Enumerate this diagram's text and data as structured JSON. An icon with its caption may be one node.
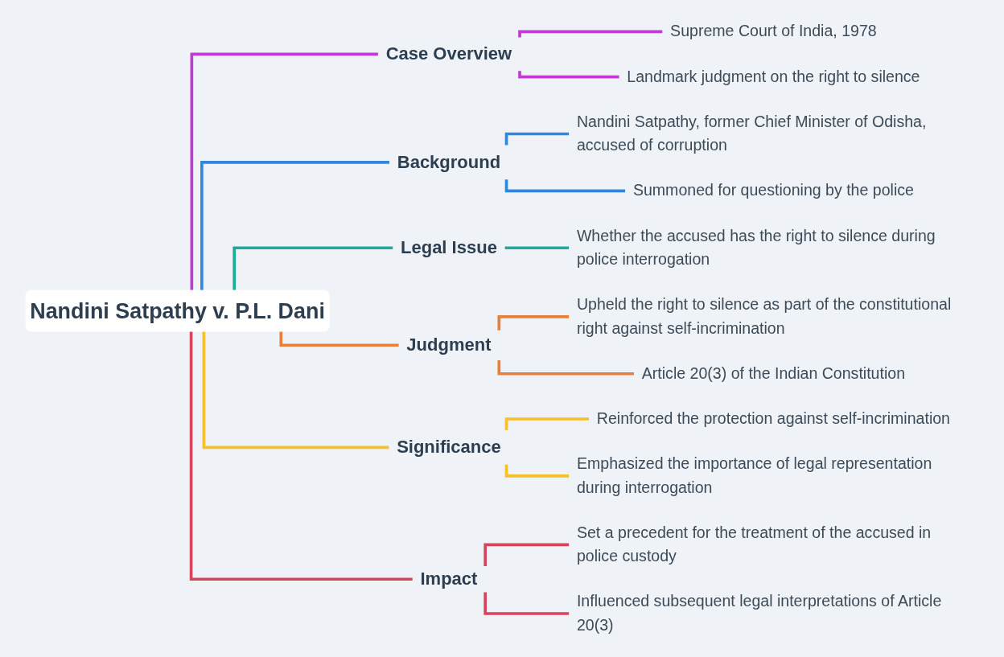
{
  "diagram": {
    "nodes": [
      {
        "text": [
          "Nandini Satpathy v. P.L. Dani"
        ]
      },
      {
        "text": [
          "Case Overview"
        ]
      },
      {
        "text": [
          "Supreme Court of India, 1978"
        ]
      },
      {
        "text": [
          "Landmark judgment on the right to silence"
        ]
      },
      {
        "text": [
          "Background"
        ]
      },
      {
        "text": [
          "Nandini Satpathy, former Chief Minister of Odisha, accused of corruption"
        ]
      },
      {
        "text": [
          "Summoned for questioning by the police"
        ]
      },
      {
        "text": [
          "Legal Issue"
        ]
      },
      {
        "text": [
          "Whether the accused has the right to silence during police interrogation"
        ]
      },
      {
        "text": [
          "Judgment"
        ]
      },
      {
        "text": [
          "Upheld the right to silence as part of the constitutional right against self-incrimination"
        ]
      },
      {
        "text": [
          "Article 20(3) of the Indian Constitution"
        ]
      },
      {
        "text": [
          "Significance"
        ]
      },
      {
        "text": [
          "Reinforced the protection against self-incrimination"
        ]
      },
      {
        "text": [
          "Emphasized the importance of legal representation during interrogation"
        ]
      },
      {
        "text": [
          "Impact"
        ]
      },
      {
        "text": [
          "Set a precedent for the treatment of the accused in police custody"
        ]
      },
      {
        "text": [
          "Influenced subsequent legal interpretations of Article 20(3)"
        ]
      }
    ],
    "edges": [
      {
        "from": 0,
        "to": 1,
        "arrow": "none",
        "color": "#c03bd6"
      },
      {
        "from": 1,
        "to": 2,
        "arrow": "none",
        "color": "#c03bd6"
      },
      {
        "from": 1,
        "to": 3,
        "arrow": "none",
        "color": "#c03bd6"
      },
      {
        "from": 0,
        "to": 4,
        "arrow": "none",
        "color": "#2f88db"
      },
      {
        "from": 4,
        "to": 5,
        "arrow": "none",
        "color": "#2f88db"
      },
      {
        "from": 4,
        "to": 6,
        "arrow": "none",
        "color": "#2f88db"
      },
      {
        "from": 0,
        "to": 7,
        "arrow": "none",
        "color": "#1aab9b"
      },
      {
        "from": 7,
        "to": 8,
        "arrow": "none",
        "color": "#1aab9b"
      },
      {
        "from": 0,
        "to": 9,
        "arrow": "none",
        "color": "#e8803a"
      },
      {
        "from": 9,
        "to": 10,
        "arrow": "none",
        "color": "#e8803a"
      },
      {
        "from": 9,
        "to": 11,
        "arrow": "none",
        "color": "#e8803a"
      },
      {
        "from": 0,
        "to": 12,
        "arrow": "none",
        "color": "#f5c02a"
      },
      {
        "from": 12,
        "to": 13,
        "arrow": "none",
        "color": "#f5c02a"
      },
      {
        "from": 12,
        "to": 14,
        "arrow": "none",
        "color": "#f5c02a"
      },
      {
        "from": 0,
        "to": 15,
        "arrow": "none",
        "color": "#d6455a"
      },
      {
        "from": 15,
        "to": 16,
        "arrow": "none",
        "color": "#d6455a"
      },
      {
        "from": 15,
        "to": 17,
        "arrow": "none",
        "color": "#d6455a"
      }
    ]
  }
}
